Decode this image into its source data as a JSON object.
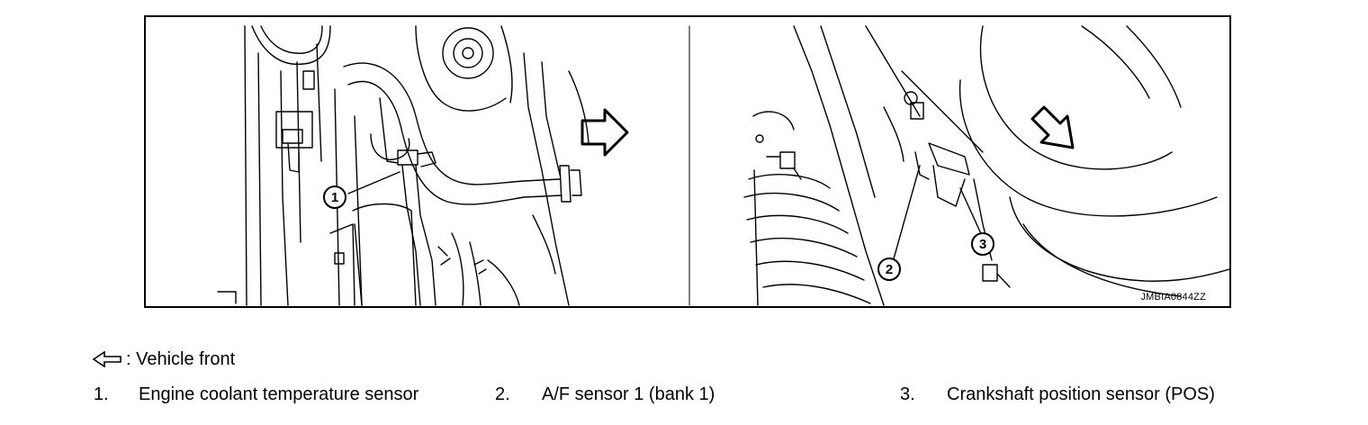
{
  "figure": {
    "code": "JMBIA0844ZZ",
    "callouts": [
      "1",
      "2",
      "3"
    ]
  },
  "legend": {
    "arrow_icon": "hollow-left-arrow-icon",
    "arrow_text": ": Vehicle front",
    "items": [
      {
        "number": "1.",
        "label": "Engine coolant temperature sensor"
      },
      {
        "number": "2.",
        "label": "A/F sensor 1 (bank 1)"
      },
      {
        "number": "3.",
        "label": "Crankshaft position sensor (POS)"
      }
    ]
  }
}
